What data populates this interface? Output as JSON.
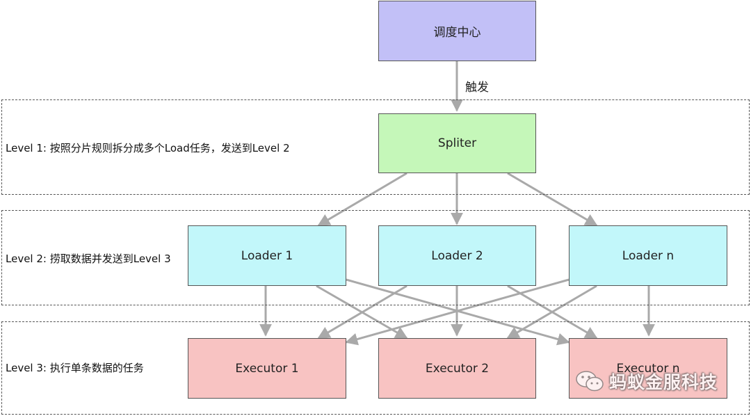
{
  "colors": {
    "scheduler": "#C2C0F7",
    "spliter": "#C5F7B9",
    "loader": "#C2F7FA",
    "executor": "#F8C3C2",
    "arrow": "#A9A9A9",
    "border": "#555555"
  },
  "levels": [
    {
      "label": "Level 1: 按照分片规则拆分成多个Load任务，发送到Level 2"
    },
    {
      "label": "Level 2: 捞取数据并发送到Level 3"
    },
    {
      "label": "Level 3: 执行单条数据的任务"
    }
  ],
  "nodes": {
    "scheduler": "调度中心",
    "spliter": "Spliter",
    "loaders": [
      "Loader 1",
      "Loader 2",
      "Loader n"
    ],
    "executors": [
      "Executor 1",
      "Executor 2",
      "Executor n"
    ]
  },
  "trigger_label": "触发",
  "watermark": {
    "text": "蚂蚁金服科技",
    "icon": "wechat-icon"
  }
}
